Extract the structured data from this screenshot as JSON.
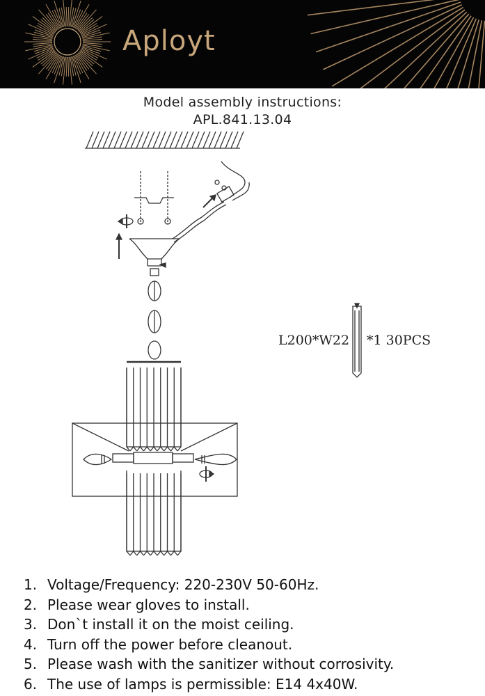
{
  "brand": {
    "name": "Aployt"
  },
  "heading": {
    "line1": "Model assembly instructions:",
    "line2": "APL.841.13.04"
  },
  "crystal_spec": {
    "dimensions": "L200*W22",
    "quantity": "*1  30PCS"
  },
  "instructions": [
    {
      "num": "1.",
      "text": "Voltage/Frequency: 220-230V 50-60Hz."
    },
    {
      "num": "2.",
      "text": "Please wear gloves to install."
    },
    {
      "num": "3.",
      "text": "Don`t install it on the moist ceiling."
    },
    {
      "num": "4.",
      "text": "Turn off the power before cleanout."
    },
    {
      "num": "5.",
      "text": "Please wash with the sanitizer without corrosivity."
    },
    {
      "num": "6.",
      "text": "The use of lamps is permissible: E14 4x40W."
    }
  ],
  "colors": {
    "banner_bg": "#050505",
    "brand_gold": "#c9a77c",
    "text": "#111111",
    "line": "#333333"
  }
}
